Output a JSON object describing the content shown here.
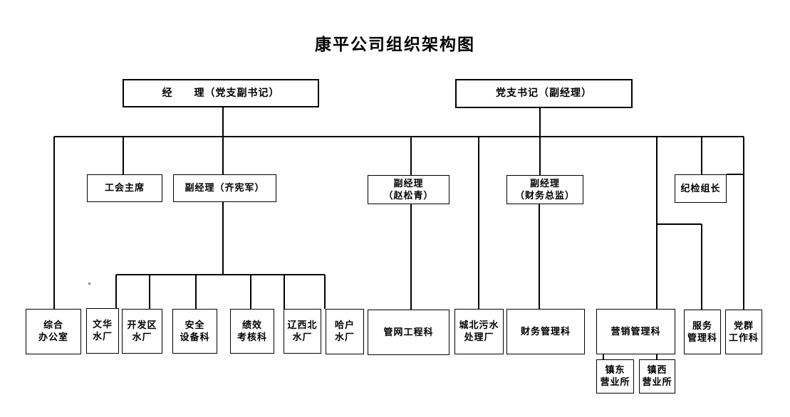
{
  "title": "康平公司组织架构图",
  "nodes": {
    "manager": {
      "label": "经　　理（党支副书记）"
    },
    "party_secretary": {
      "label": "党支书记（副经理）"
    },
    "union_chairman": {
      "label": "工会主席"
    },
    "deputy_qi": {
      "label": "副经理（齐宪军）"
    },
    "deputy_zhao": {
      "label": "副经理\n（赵松青）"
    },
    "deputy_cfo": {
      "label": "副经理\n（财务总监）"
    },
    "discipline_leader": {
      "label": "纪检组长"
    },
    "general_office": {
      "label": "综合\n办公室"
    },
    "wenhua_plant": {
      "label": "文华\n水厂"
    },
    "kaifaqu_plant": {
      "label": "开发区\n水厂"
    },
    "safety_equipment": {
      "label": "安全\n设备科"
    },
    "performance_section": {
      "label": "绩效\n考核科"
    },
    "liaoxibei_plant": {
      "label": "辽西北\n水厂"
    },
    "hahu_plant": {
      "label": "哈户\n水厂"
    },
    "pipeline_engineering": {
      "label": "管网工程科"
    },
    "chengbei_sewage": {
      "label": "城北污水\n处理厂"
    },
    "finance_management": {
      "label": "财务管理科"
    },
    "marketing_management": {
      "label": "营销管理科"
    },
    "service_management": {
      "label": "服务\n管理科"
    },
    "party_mass_work": {
      "label": "党群\n工作科"
    },
    "zhendong_office": {
      "label": "镇东\n营业所"
    },
    "zhenxi_office": {
      "label": "镇西\n营业所"
    }
  },
  "edges": {
    "top_line_members": [
      "manager",
      "party_secretary"
    ],
    "top_line_children": [
      "general_office",
      "union_chairman",
      "deputy_qi",
      "deputy_zhao",
      "chengbei_sewage",
      "deputy_cfo",
      "marketing_management",
      "discipline_leader",
      "service_management",
      "party_mass_work"
    ],
    "deputy_qi_children": [
      "wenhua_plant",
      "kaifaqu_plant",
      "safety_equipment",
      "performance_section",
      "liaoxibei_plant",
      "hahu_plant"
    ],
    "deputy_zhao_children": [
      "pipeline_engineering"
    ],
    "deputy_cfo_children": [
      "finance_management"
    ],
    "marketing_management_children": [
      "zhendong_office",
      "zhenxi_office"
    ]
  },
  "colors": {
    "line": "#000000",
    "background": "#ffffff",
    "text": "#000000"
  }
}
